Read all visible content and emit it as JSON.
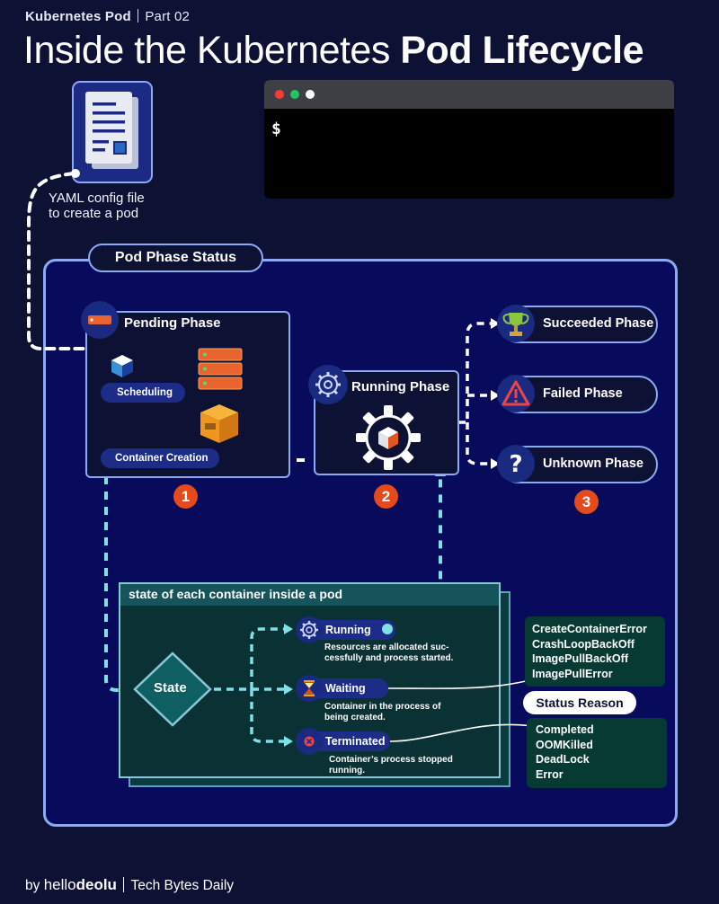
{
  "header": {
    "series": "Kubernetes Pod",
    "part": "Part 02",
    "title_regular": "Inside the Kubernetes",
    "title_bold": "Pod Lifecycle"
  },
  "yaml": {
    "label_line1": "YAML config file",
    "label_line2": "to create a pod"
  },
  "terminal": {
    "prompt": "$"
  },
  "pod_phase": {
    "title": "Pod Phase Status",
    "pending": {
      "title": "Pending Phase",
      "scheduling": "Scheduling",
      "container_creation": "Container Creation"
    },
    "running": {
      "title": "Running Phase"
    },
    "outcomes": [
      {
        "label": "Succeeded Phase",
        "icon": "trophy-icon"
      },
      {
        "label": "Failed Phase",
        "icon": "warning-icon"
      },
      {
        "label": "Unknown Phase",
        "icon": "question-icon"
      }
    ],
    "steps": [
      "1",
      "2",
      "3"
    ]
  },
  "container_state": {
    "title": "state of each container inside a pod",
    "state_label": "State",
    "states": [
      {
        "label": "Running",
        "desc_line1": "Resources are allocated suc-",
        "desc_line2": "cessfully and process started."
      },
      {
        "label": "Waiting",
        "desc_line1": "Container in the process of",
        "desc_line2": "being created."
      },
      {
        "label": "Terminated",
        "desc_line1": "Container’s process stopped",
        "desc_line2": "running."
      }
    ]
  },
  "status_reason": {
    "label": "Status Reason",
    "waiting_reasons": [
      "CreateContainerError",
      "CrashLoopBackOff",
      "ImagePullBackOff",
      "ImagePullError"
    ],
    "terminated_reasons": [
      "Completed",
      "OOMKilled",
      "DeadLock",
      "Error"
    ]
  },
  "footer": {
    "by": "by",
    "brand_regular": "hello",
    "brand_bold": "deolu",
    "tagline": "Tech Bytes Daily"
  },
  "colors": {
    "background": "#0d1133",
    "panel": "#080b5c",
    "border": "#8da9f3",
    "accent_orange": "#e44a1c",
    "teal": "#7fe0e6",
    "teal_panel": "#0a3235"
  }
}
